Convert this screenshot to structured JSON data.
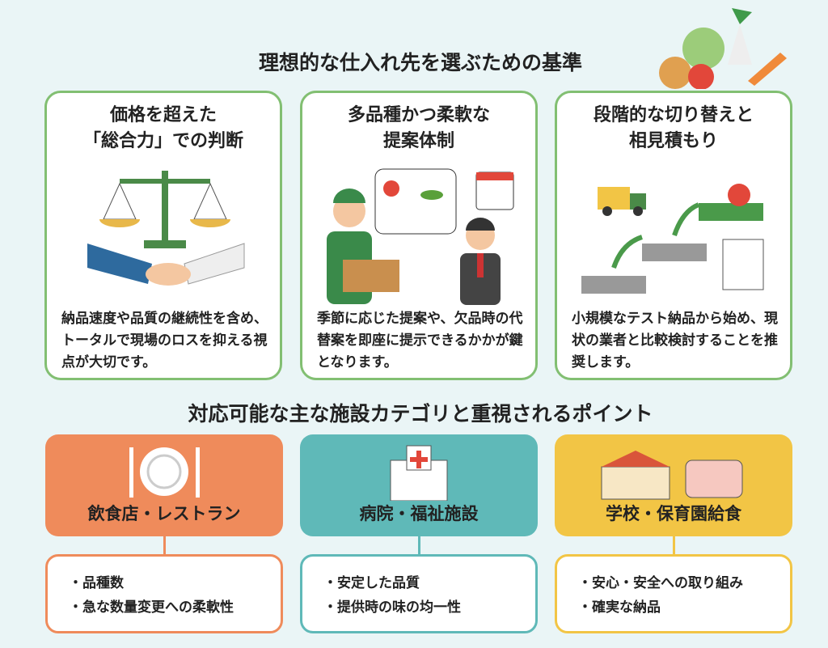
{
  "title": "理想的な仕入れ先を選ぶための基準",
  "criteria": [
    {
      "title_l1": "価格を超えた",
      "title_l2": "「総合力」での判断",
      "text": "納品速度や品質の継続性を含め、トータルで現場のロスを抑える視点が大切です。"
    },
    {
      "title_l1": "多品種かつ柔軟な",
      "title_l2": "提案体制",
      "text": "季節に応じた提案や、欠品時の代替案を即座に提示できるかかが鍵となります。"
    },
    {
      "title_l1": "段階的な切り替えと",
      "title_l2": "相見積もり",
      "text": "小規模なテスト納品から始め、現状の業者と比較検討することを推奨します。"
    }
  ],
  "section2_title": "対応可能な主な施設カテゴリと重視されるポイント",
  "categories": [
    {
      "label": "飲食店・レストラン",
      "color": "#ef8b5b",
      "points": [
        "・品種数",
        "・急な数量変更への柔軟性"
      ]
    },
    {
      "label": "病院・福祉施設",
      "color": "#5fb9b8",
      "points": [
        "・安定した品質",
        "・提供時の味の均一性"
      ]
    },
    {
      "label": "学校・保育園給食",
      "color": "#f2c545",
      "points": [
        "・安心・安全への取り組み",
        "・確実な納品"
      ]
    }
  ]
}
